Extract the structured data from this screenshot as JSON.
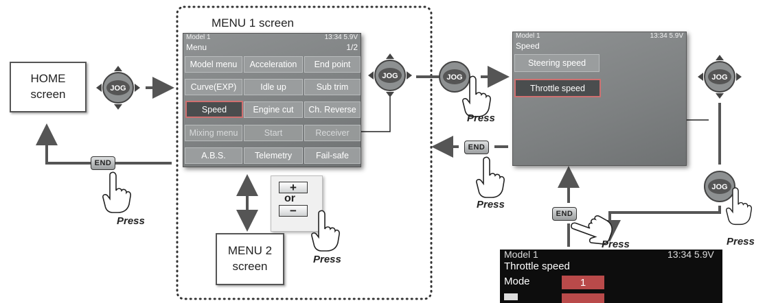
{
  "home_box": {
    "line1": "HOME",
    "line2": "screen"
  },
  "menu1": {
    "title": "MENU 1 screen",
    "status_left": "Model 1",
    "status_right": "13:34 5.9V",
    "header_left": "Menu",
    "header_right": "1/2",
    "grid": [
      [
        "Model menu",
        "Acceleration",
        "End point"
      ],
      [
        "Curve(EXP)",
        "Idle up",
        "Sub trim"
      ],
      [
        "Speed",
        "Engine cut",
        "Ch. Reverse"
      ],
      [
        "Mixing menu",
        "Start",
        "Receiver"
      ],
      [
        "A.B.S.",
        "Telemetry",
        "Fail-safe"
      ]
    ],
    "selected": "Speed"
  },
  "menu2_box": {
    "line1": "MENU 2",
    "line2": "screen"
  },
  "page_switch": {
    "plus": "+",
    "or": "or",
    "minus": "−"
  },
  "speed_screen": {
    "status_left": "Model 1",
    "status_right": "13:34 5.9V",
    "header": "Speed",
    "items": [
      "Steering speed",
      "Throttle speed"
    ],
    "selected": "Throttle speed"
  },
  "throttle_screen": {
    "status_left": "Model 1",
    "status_right": "13:34 5.9V",
    "title": "Throttle speed",
    "mode_label": "Mode",
    "mode_value": "1"
  },
  "labels": {
    "jog": "JOG",
    "end": "END",
    "press": "Press"
  },
  "colors": {
    "arrow": "#555555",
    "screen_bg": "#8a8d8e",
    "selected_border": "#d07070",
    "dark_screen": "#0d0d0d",
    "value_box": "#b94a4a"
  }
}
